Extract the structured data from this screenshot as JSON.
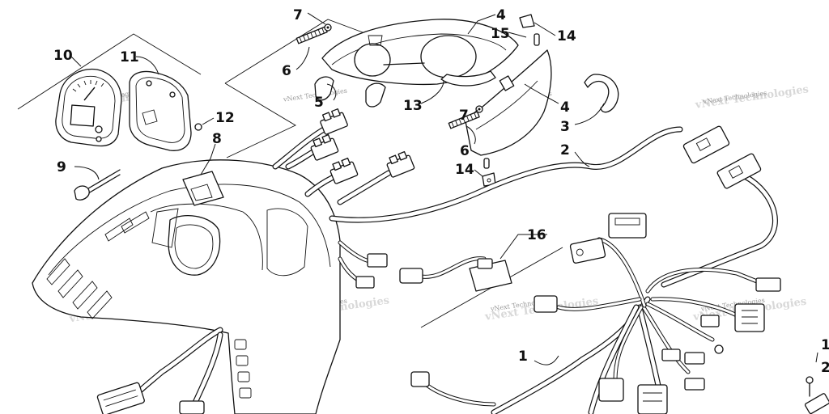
{
  "callouts": [
    "1",
    "2",
    "3",
    "4",
    "5",
    "6",
    "7",
    "8",
    "9",
    "10",
    "11",
    "12",
    "13",
    "14",
    "15",
    "16"
  ],
  "watermark": "vNext Technologies"
}
